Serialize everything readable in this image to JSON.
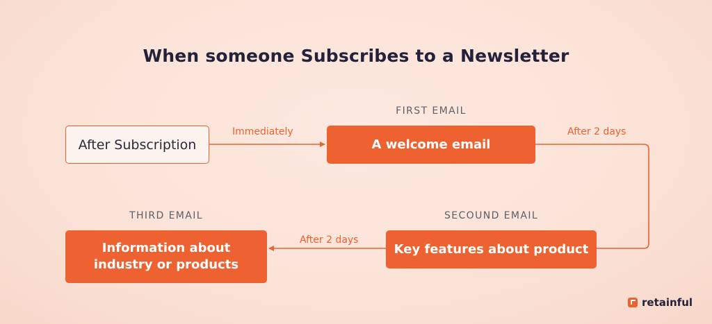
{
  "title": "When someone Subscribes to a Newsletter",
  "nodes": {
    "start": "After Subscription",
    "first": "A welcome email",
    "second": "Key features about product",
    "third_line1": "Information about",
    "third_line2": "industry or products"
  },
  "step_labels": {
    "first": "FIRST EMAIL",
    "second": "SECOUND EMAIL",
    "third": "THIRD EMAIL"
  },
  "edges": {
    "start_to_first": "Immediately",
    "first_to_second": "After 2 days",
    "second_to_third": "After 2 days"
  },
  "brand": "retainful",
  "colors": {
    "accent": "#ee6130",
    "title": "#23223a",
    "background": "#fbe3d8"
  }
}
